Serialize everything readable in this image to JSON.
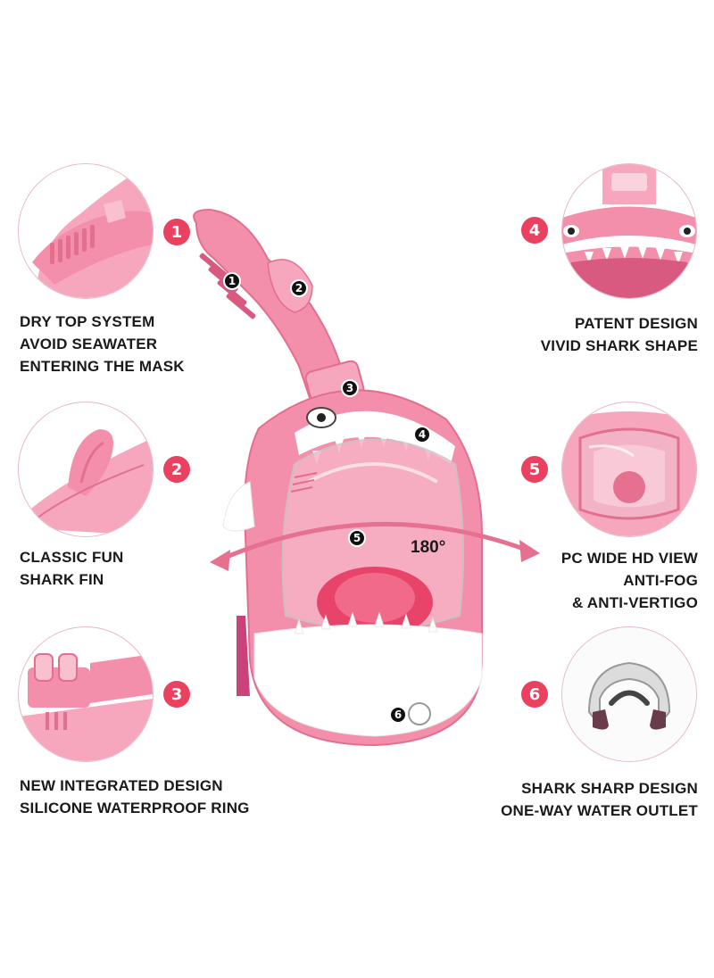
{
  "features": [
    {
      "number": "1",
      "lines": [
        "DRY TOP SYSTEM",
        "AVOID SEAWATER",
        "ENTERING THE MASK"
      ]
    },
    {
      "number": "2",
      "lines": [
        "CLASSIC FUN",
        "SHARK FIN"
      ]
    },
    {
      "number": "3",
      "lines": [
        "NEW INTEGRATED DESIGN",
        "SILICONE WATERPROOF RING"
      ]
    },
    {
      "number": "4",
      "lines": [
        "PATENT DESIGN",
        "VIVID SHARK SHAPE"
      ]
    },
    {
      "number": "5",
      "lines": [
        "PC WIDE HD VIEW",
        "ANTI-FOG",
        "& ANTI-VERTIGO"
      ]
    },
    {
      "number": "6",
      "lines": [
        "SHARK SHARP DESIGN",
        "ONE-WAY WATER OUTLET"
      ]
    }
  ],
  "product": {
    "view_angle": "180°",
    "markers": [
      "1",
      "2",
      "3",
      "4",
      "5",
      "6"
    ]
  },
  "colors": {
    "accent": "#e9415f",
    "mask_pink": "#f59ab3",
    "mask_light": "#f9c1d0",
    "mask_dark": "#e6708f",
    "circle_border": "#e7b9c4"
  },
  "icons": {
    "1": "dry-top-icon",
    "2": "shark-fin-icon",
    "3": "waterproof-ring-icon",
    "4": "shark-face-icon",
    "5": "wide-view-lens-icon",
    "6": "water-outlet-icon"
  }
}
